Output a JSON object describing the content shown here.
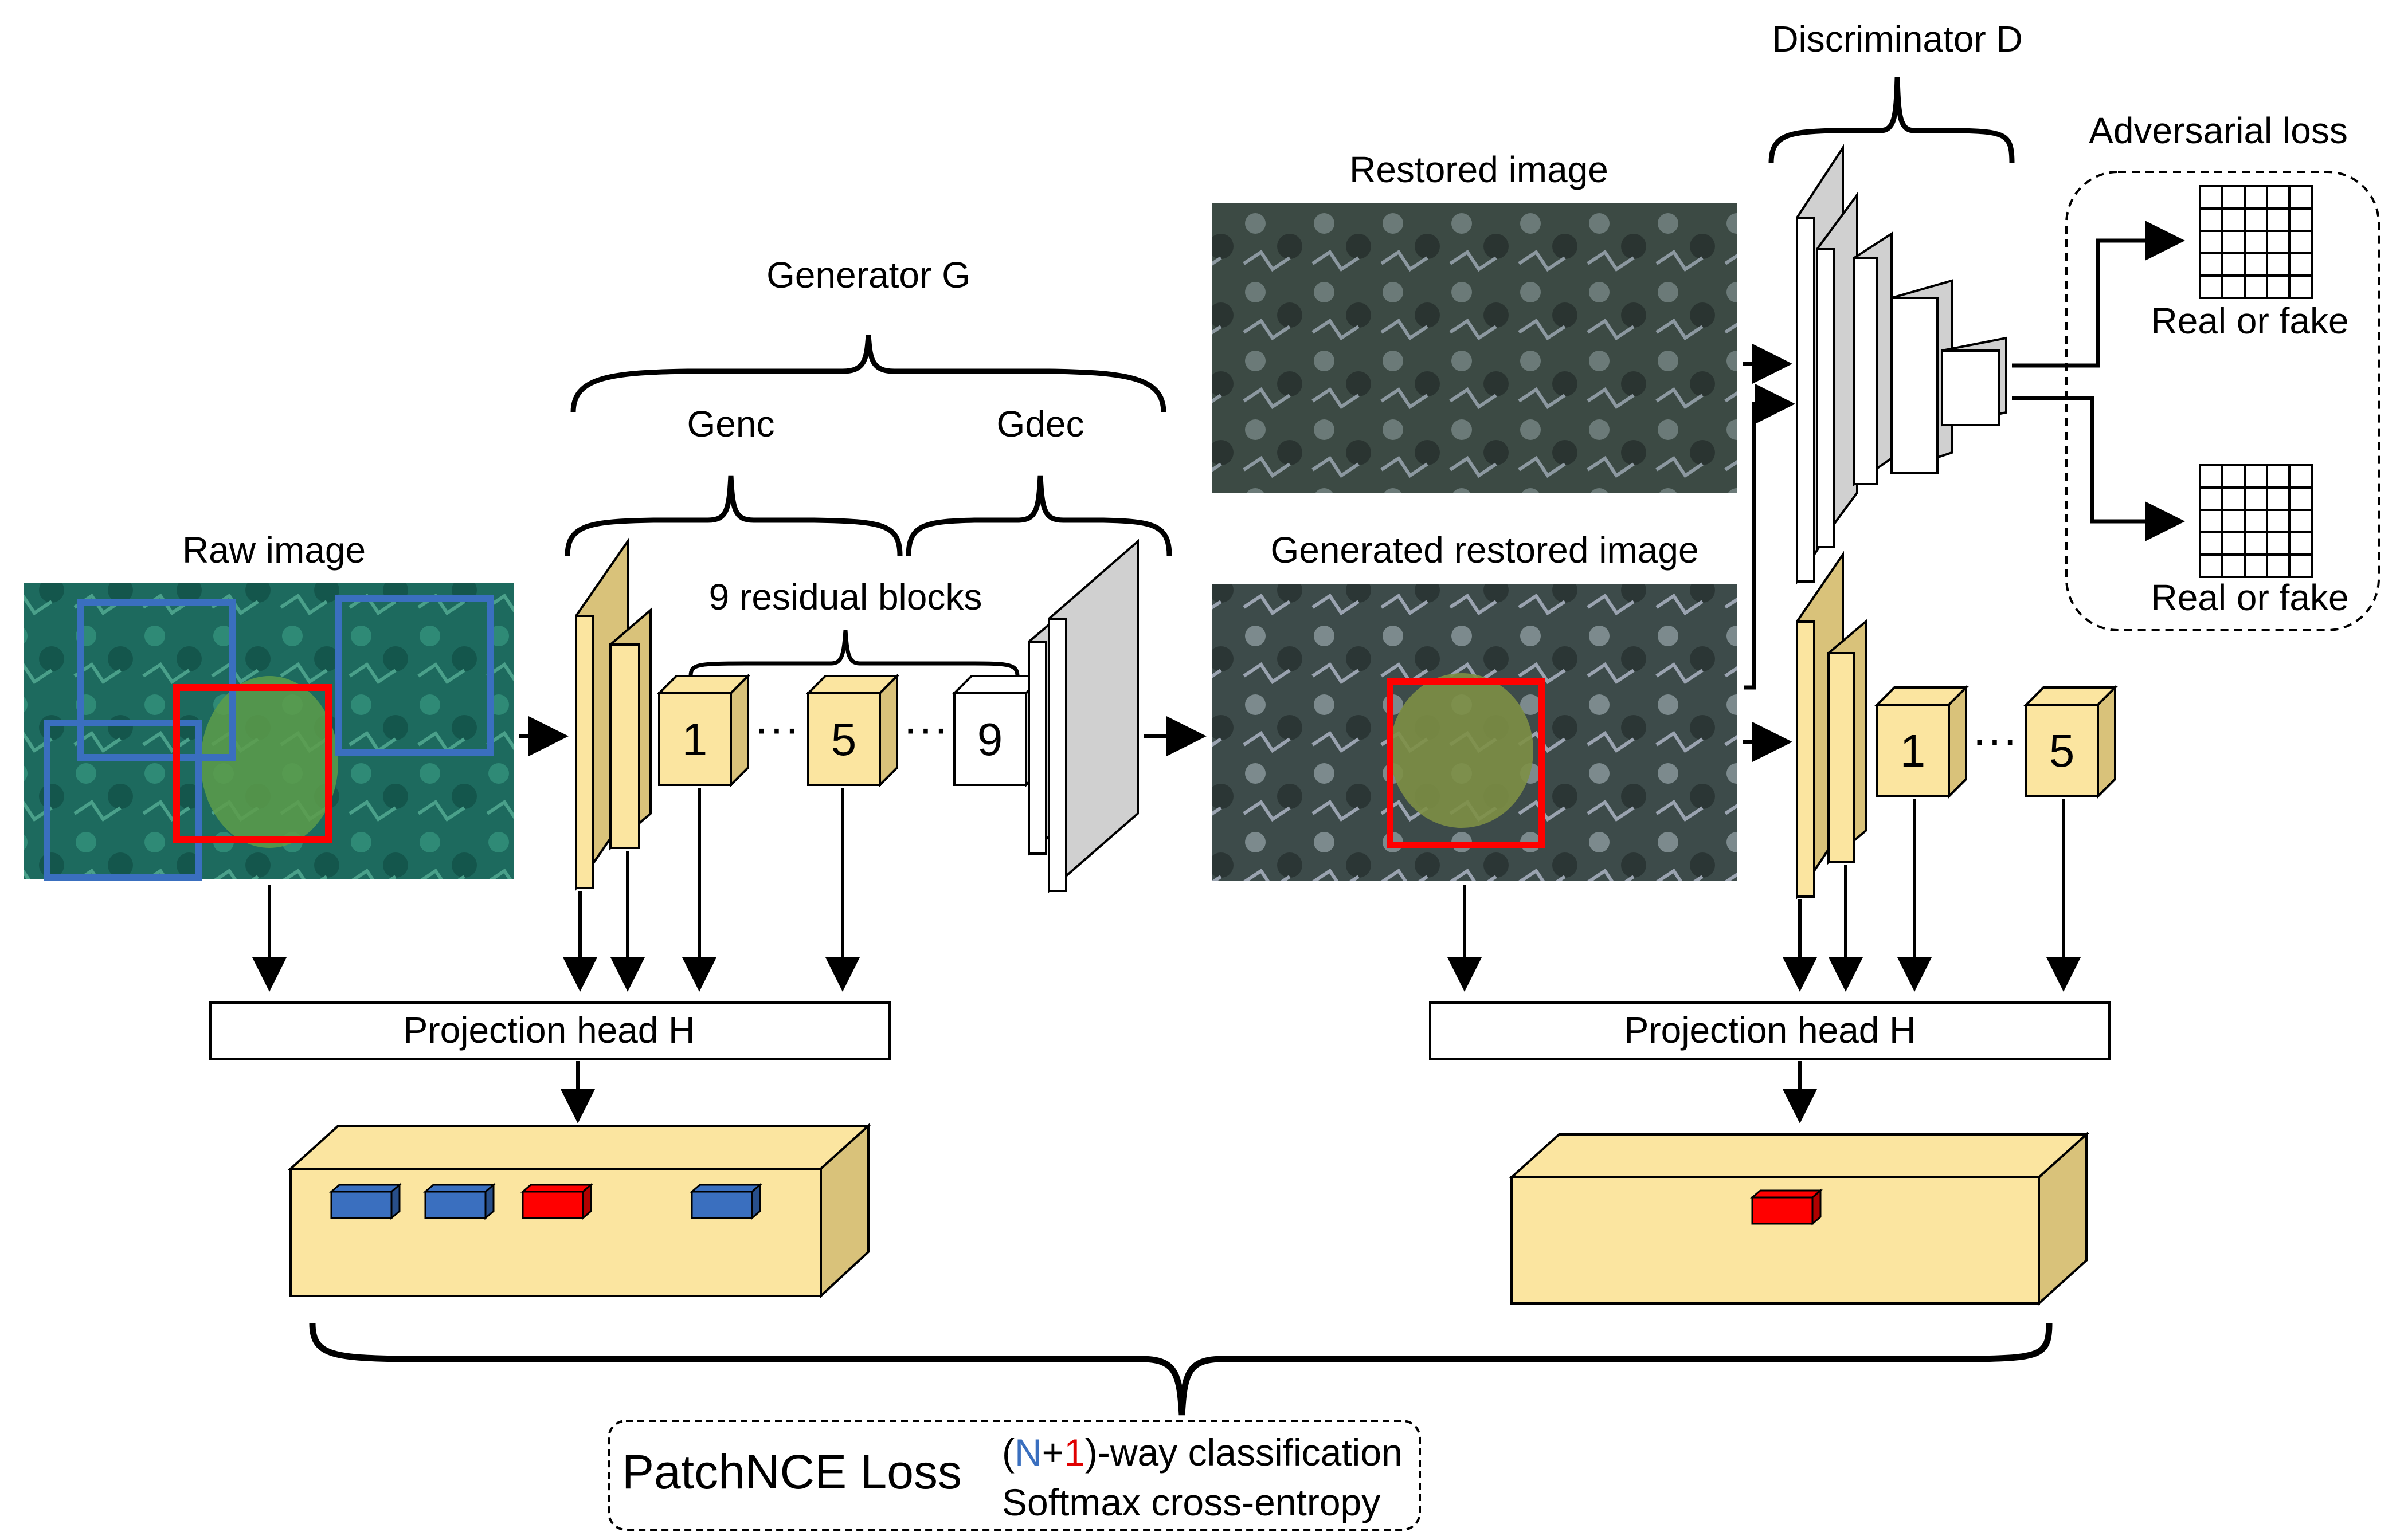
{
  "labels": {
    "raw_image": "Raw image",
    "generator": "Generator G",
    "genc": "Genc",
    "gdec": "Gdec",
    "residual_blocks": "9 residual blocks",
    "restored_image": "Restored image",
    "generated_restored_image": "Generated restored image",
    "discriminator": "Discriminator D",
    "adversarial_loss": "Adversarial loss",
    "real_or_fake_1": "Real or fake",
    "real_or_fake_2": "Real or fake",
    "projection_head_left": "Projection head H",
    "projection_head_right": "Projection head H",
    "patchnce_loss": "PatchNCE Loss",
    "classification_n": "N",
    "classification_plus": "+",
    "classification_one": "1",
    "classification_suffix": ")-way classification",
    "classification_open": "(",
    "softmax": "Softmax cross-entropy"
  },
  "blocks": {
    "gen_first": "1",
    "gen_dots_1": "···",
    "gen_mid": "5",
    "gen_dots_2": "···",
    "gen_last": "9",
    "enc_first": "1",
    "enc_dots": "···",
    "enc_last": "5"
  },
  "colors": {
    "feature_fill": "#fbe5a0",
    "feature_side": "#d9c27a",
    "positive_patch": "#ff0000",
    "negative_patch": "#3a6fbf",
    "n_color": "#3a6fbf",
    "one_color": "#e00000"
  }
}
